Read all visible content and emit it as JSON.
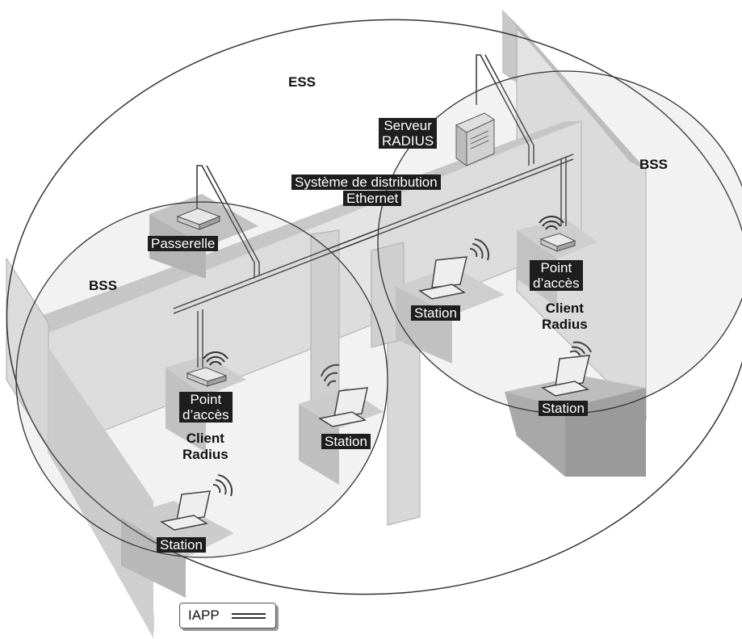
{
  "labels": {
    "ess": "ESS",
    "bss_left": "BSS",
    "bss_right": "BSS",
    "server_l1": "Serveur",
    "server_l2": "RADIUS",
    "ds_l1": "Système de distribution",
    "ds_l2": "Ethernet",
    "gateway": "Passerelle",
    "ap_left_l1": "Point",
    "ap_left_l2": "d’accès",
    "ap_right_l1": "Point",
    "ap_right_l2": "d’accès",
    "client_left_l1": "Client",
    "client_left_l2": "Radius",
    "client_right_l1": "Client",
    "client_right_l2": "Radius",
    "station": "Station"
  },
  "legend": {
    "label": "IAPP"
  },
  "colors": {
    "label_bg": "#1e1e1e",
    "wall": "#d9d9d9",
    "desk": "#cfcfcf"
  }
}
